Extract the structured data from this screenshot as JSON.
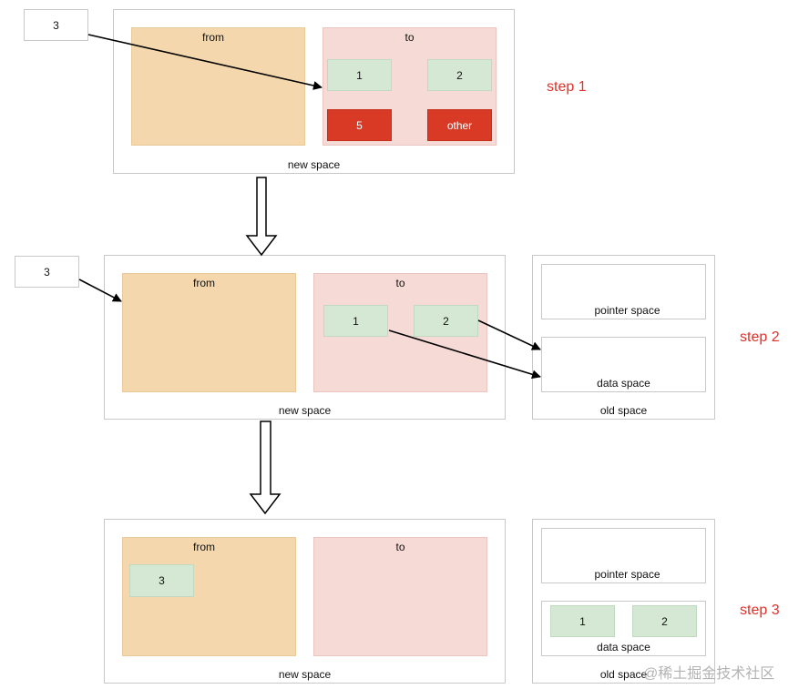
{
  "step1": {
    "incoming_value": "3",
    "from_label": "from",
    "to_label": "to",
    "to_items": [
      "1",
      "2",
      "5",
      "other"
    ],
    "container_label": "new space",
    "step_label": "step 1"
  },
  "step2": {
    "incoming_value": "3",
    "from_label": "from",
    "to_label": "to",
    "to_items": [
      "1",
      "2"
    ],
    "container_label": "new space",
    "old_space": {
      "pointer_label": "pointer  space",
      "data_label": "data  space",
      "container_label": "old space"
    },
    "step_label": "step 2"
  },
  "step3": {
    "from_label": "from",
    "from_items": [
      "3"
    ],
    "to_label": "to",
    "container_label": "new space",
    "old_space": {
      "pointer_label": "pointer  space",
      "data_label": "data  space",
      "data_items": [
        "1",
        "2"
      ],
      "container_label": "old space"
    },
    "step_label": "step 3"
  },
  "colors": {
    "from_fill": "#f5d7ad",
    "to_fill": "#f5dad6",
    "green_fill": "#d5e8d4",
    "red_fill": "#d93a26",
    "step_text": "#e0312a"
  },
  "watermark": "@稀土掘金技术社区"
}
